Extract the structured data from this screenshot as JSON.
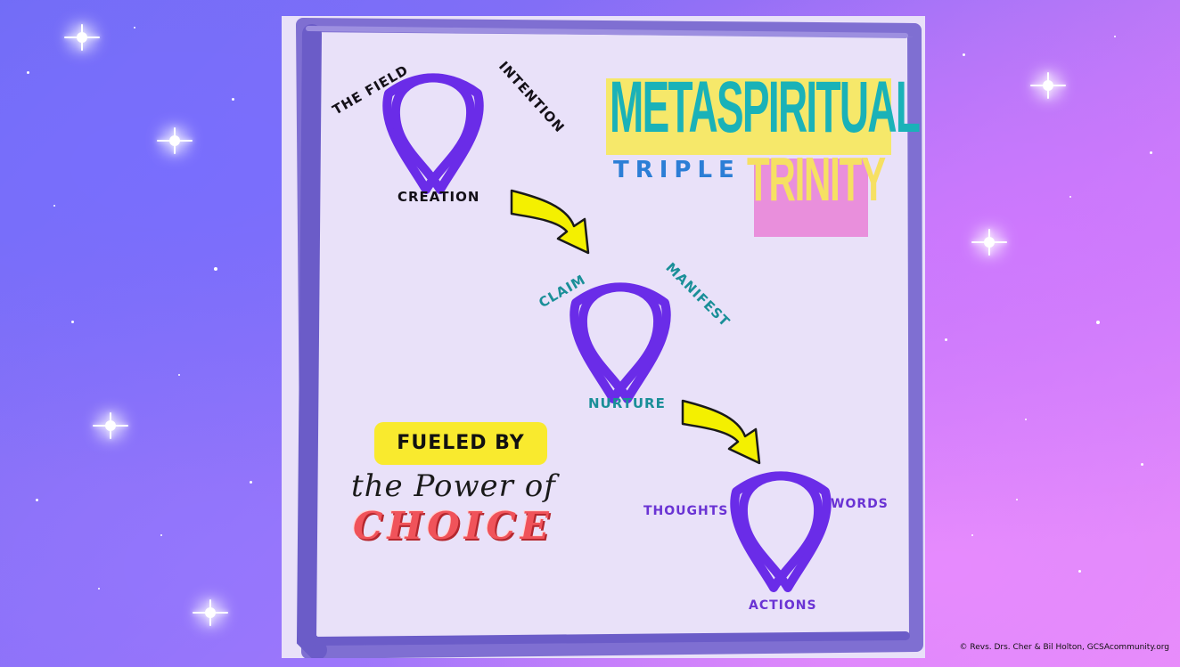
{
  "title": {
    "line1": "METASPIRITUAL",
    "line2a": "TRIPLE",
    "line2b": "TRINITY"
  },
  "trinities": [
    {
      "top": "THE FIELD",
      "right": "INTENTION",
      "bottom": "CREATION"
    },
    {
      "top": "CLAIM",
      "right": "MANIFEST",
      "bottom": "NURTURE"
    },
    {
      "top": "THOUGHTS",
      "right": "WORDS",
      "bottom": "ACTIONS"
    }
  ],
  "fueled": {
    "badge": "FUELED BY",
    "line1": "the Power of",
    "line2": "CHOICE"
  },
  "credit": "© Revs. Drs. Cher & Bil Holton, GCSAcommunity.org",
  "colors": {
    "knot": "#6a2ce8",
    "title_teal": "#1ab2b8",
    "title_yellow_band": "#f6e86a",
    "triple_blue": "#2c7ed6",
    "trinity_pink": "#e98fdc",
    "arrow_yellow": "#f4f000"
  },
  "icons": [
    "triquetra-icon",
    "curved-arrow-icon",
    "sparkle-star-icon"
  ]
}
